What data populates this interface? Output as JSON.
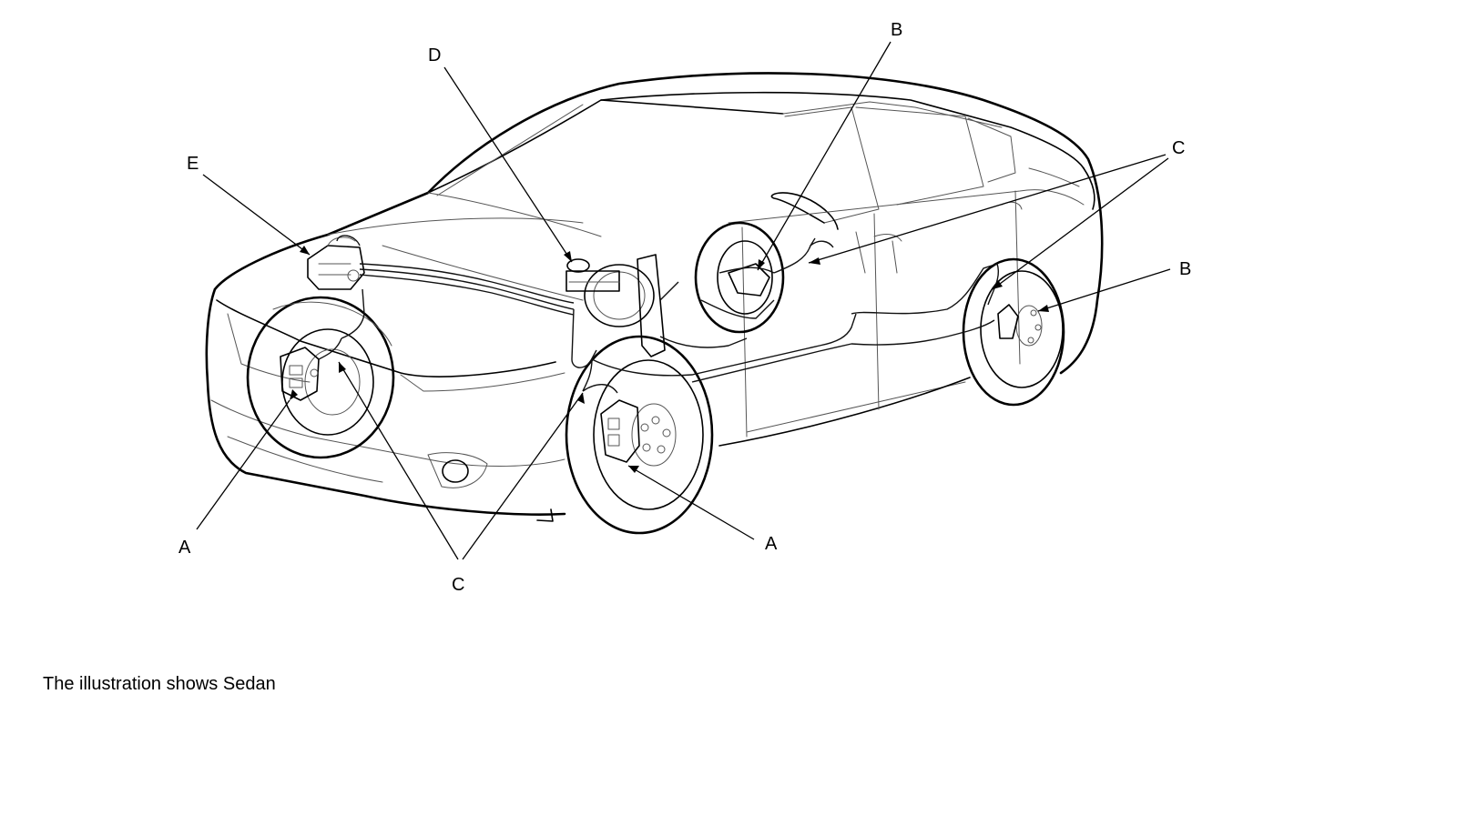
{
  "labels": {
    "A": "A",
    "B": "B",
    "C": "C",
    "D": "D",
    "E": "E"
  },
  "caption": "The illustration shows Sedan"
}
